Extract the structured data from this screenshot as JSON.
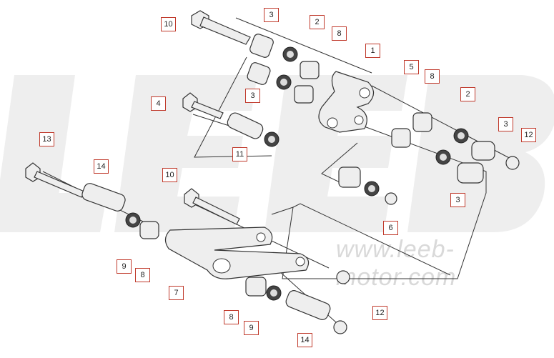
{
  "watermark": {
    "letters": "LEEB",
    "url": "www.leeb-motor.com"
  },
  "callouts": [
    {
      "id": "c10a",
      "label": "10"
    },
    {
      "id": "c3a",
      "label": "3"
    },
    {
      "id": "c2a",
      "label": "2"
    },
    {
      "id": "c8a",
      "label": "8"
    },
    {
      "id": "c1",
      "label": "1"
    },
    {
      "id": "c5",
      "label": "5"
    },
    {
      "id": "c8b",
      "label": "8"
    },
    {
      "id": "c2b",
      "label": "2"
    },
    {
      "id": "c4",
      "label": "4"
    },
    {
      "id": "c3b",
      "label": "3"
    },
    {
      "id": "c3c",
      "label": "3"
    },
    {
      "id": "c12a",
      "label": "12"
    },
    {
      "id": "c13",
      "label": "13"
    },
    {
      "id": "c14a",
      "label": "14"
    },
    {
      "id": "c11",
      "label": "11"
    },
    {
      "id": "c10b",
      "label": "10"
    },
    {
      "id": "c3d",
      "label": "3"
    },
    {
      "id": "c6",
      "label": "6"
    },
    {
      "id": "c9a",
      "label": "9"
    },
    {
      "id": "c8c",
      "label": "8"
    },
    {
      "id": "c7",
      "label": "7"
    },
    {
      "id": "c12b",
      "label": "12"
    },
    {
      "id": "c8d",
      "label": "8"
    },
    {
      "id": "c9b",
      "label": "9"
    },
    {
      "id": "c14b",
      "label": "14"
    }
  ]
}
